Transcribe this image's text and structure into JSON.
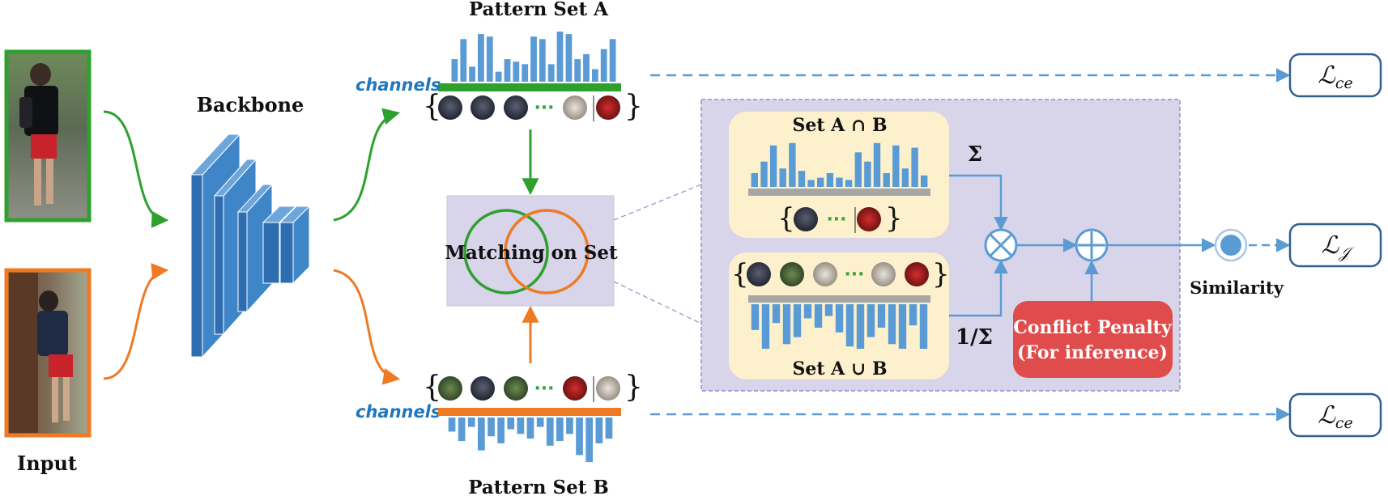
{
  "labels": {
    "input": "Input",
    "backbone": "Backbone",
    "pattern_set_a": "Pattern Set A",
    "pattern_set_b": "Pattern Set B",
    "channels_a": "channels",
    "channels_b": "channels",
    "matching_on_set": "Matching on Set",
    "set_intersection": "Set A ∩ B",
    "set_union": "Set A ∪ B",
    "sum": "Σ",
    "inverse_sum": "1/Σ",
    "conflict_penalty_line1": "Conflict Penalty",
    "conflict_penalty_line2": "(For inference)",
    "similarity": "Similarity",
    "ellipsis": "···",
    "brace_open": "{",
    "brace_close": "}"
  },
  "losses": {
    "top_base": "ℒ",
    "top_sub": "ce",
    "middle_base": "ℒ",
    "middle_sub": "𝒥",
    "bottom_base": "ℒ",
    "bottom_sub": "ce"
  },
  "colors": {
    "green": "#2ea02e",
    "orange": "#ee7a23",
    "blue_bar": "#5b9bd5",
    "arrow_blue": "#5b9bd5",
    "loss_border": "#2e5f8f",
    "panel_purple": "#d8d4ea",
    "panel_border": "#8f8fc9",
    "set_box": "#fcf1cc",
    "penalty_red": "#e04b4b",
    "backbone_blue": "#2e6eb0"
  },
  "patterns": {
    "set_a_bars": [
      0.45,
      0.85,
      0.3,
      0.95,
      0.9,
      0.2,
      0.45,
      0.4,
      0.35,
      0.9,
      0.85,
      0.35,
      1.0,
      0.95,
      0.45,
      0.55,
      0.25,
      0.65,
      0.85
    ],
    "set_b_bars": [
      0.3,
      0.5,
      0.2,
      0.7,
      0.4,
      0.55,
      0.25,
      0.35,
      0.45,
      0.2,
      0.6,
      0.5,
      0.35,
      0.8,
      0.95,
      0.55,
      0.45
    ],
    "intersection_bars": [
      0.3,
      0.55,
      0.9,
      0.4,
      0.95,
      0.35,
      0.15,
      0.2,
      0.3,
      0.2,
      0.15,
      0.75,
      0.55,
      0.95,
      0.3,
      0.9,
      0.4,
      0.85,
      0.25
    ],
    "union_bars": [
      0.55,
      0.95,
      0.4,
      0.85,
      0.7,
      0.3,
      0.5,
      0.25,
      0.6,
      0.9,
      0.95,
      0.7,
      0.5,
      0.85,
      0.95,
      0.45,
      0.95
    ]
  }
}
